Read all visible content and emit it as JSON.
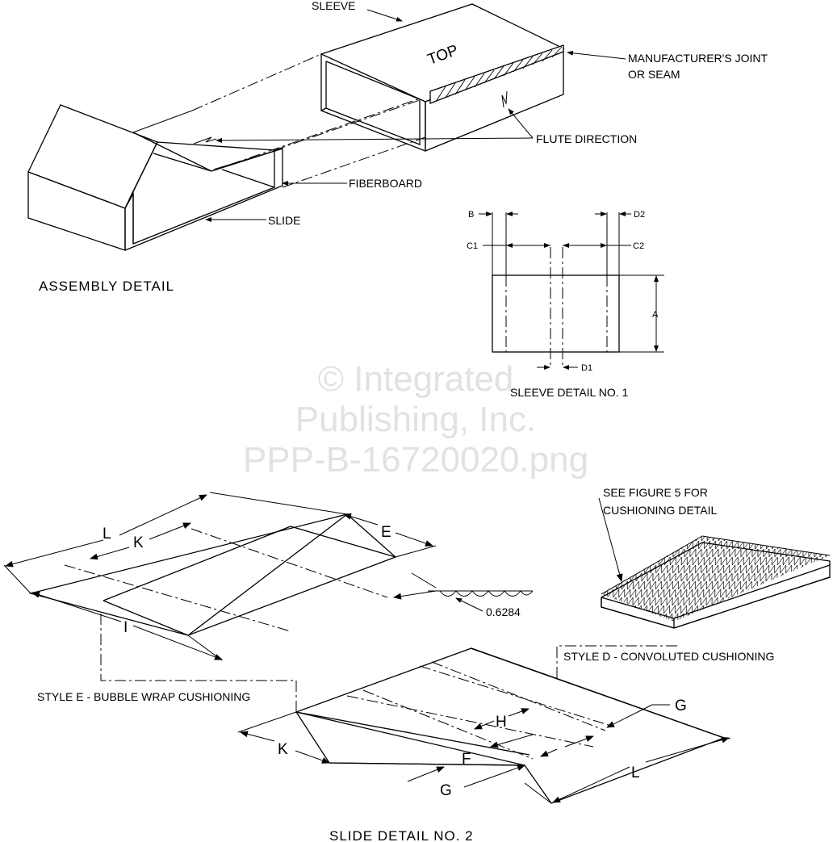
{
  "watermark": {
    "line1": "© Integrated",
    "line2": "Publishing, Inc.",
    "line3": "PPP-B-16720020.png"
  },
  "assembly": {
    "sleeve": "SLEEVE",
    "top": "TOP",
    "manufacturer_joint_1": "MANUFACTURER'S JOINT",
    "manufacturer_joint_2": "OR SEAM",
    "flute_direction": "FLUTE DIRECTION",
    "fiberboard": "FIBERBOARD",
    "slide": "SLIDE",
    "title": "ASSEMBLY DETAIL"
  },
  "sleeve_detail": {
    "b": "B",
    "d2": "D2",
    "c1": "C1",
    "c2": "C2",
    "a": "A",
    "d1": "D1",
    "title": "SLEEVE DETAIL NO. 1"
  },
  "slide_detail": {
    "l_top": "L",
    "k_top": "K",
    "e": "E",
    "i": "I",
    "dim_06284": "0.6284",
    "see_fig_1": "SEE FIGURE 5 FOR",
    "see_fig_2": "CUSHIONING DETAIL",
    "style_d": "STYLE D - CONVOLUTED CUSHIONING",
    "style_e": "STYLE E - BUBBLE WRAP CUSHIONING",
    "g_top": "G",
    "h": "H",
    "k_bot": "K",
    "f": "F",
    "g_bot": "G",
    "l_bot": "L",
    "title": "SLIDE DETAIL NO. 2"
  }
}
